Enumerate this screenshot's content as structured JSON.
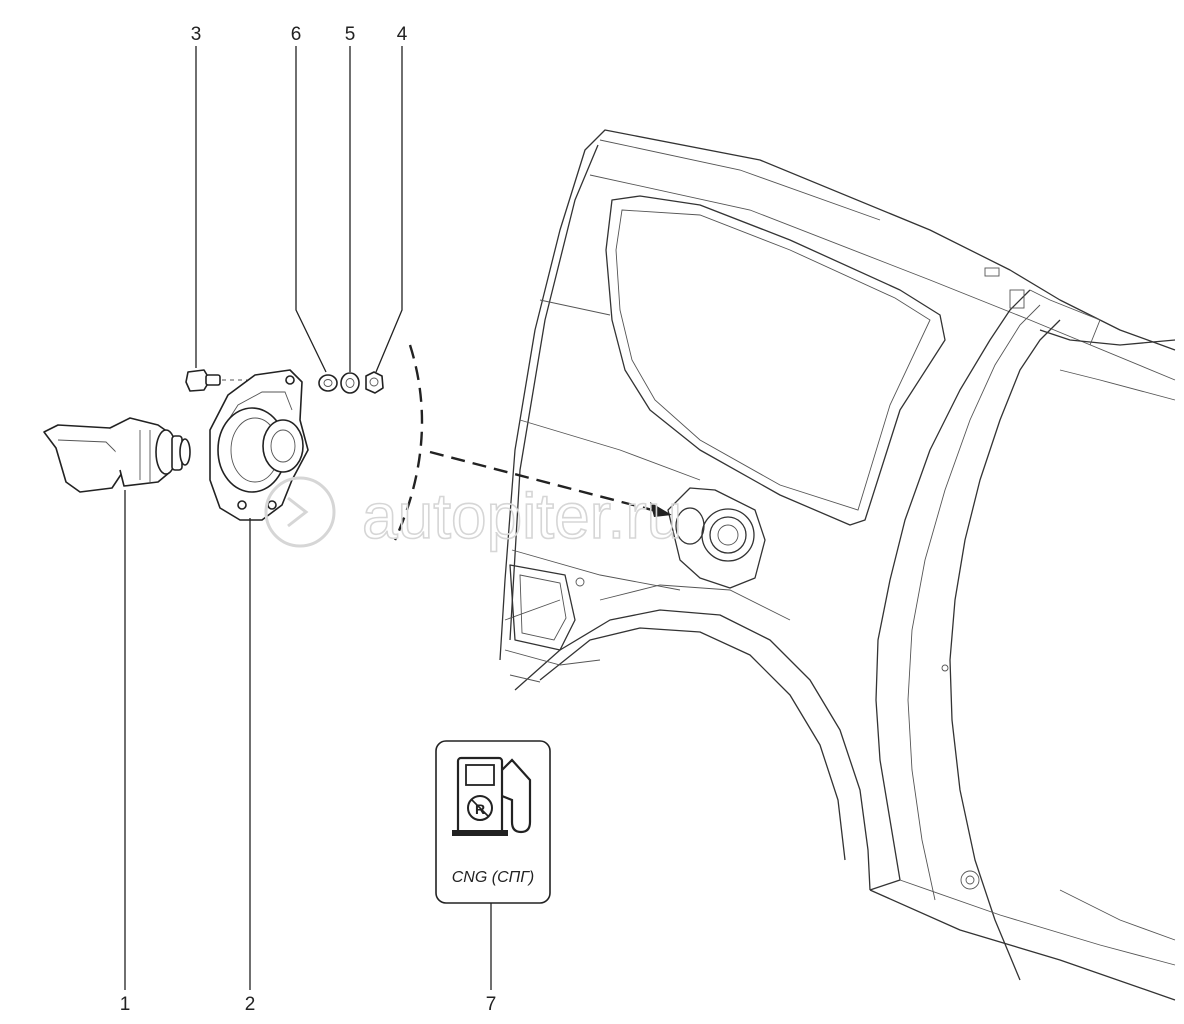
{
  "watermark": "autopiter.ru",
  "label_plate_text": "CNG (СПГ)",
  "callouts": [
    {
      "id": "1",
      "text": "1"
    },
    {
      "id": "2",
      "text": "2"
    },
    {
      "id": "3",
      "text": "3"
    },
    {
      "id": "4",
      "text": "4"
    },
    {
      "id": "5",
      "text": "5"
    },
    {
      "id": "6",
      "text": "6"
    },
    {
      "id": "7",
      "text": "7"
    }
  ]
}
